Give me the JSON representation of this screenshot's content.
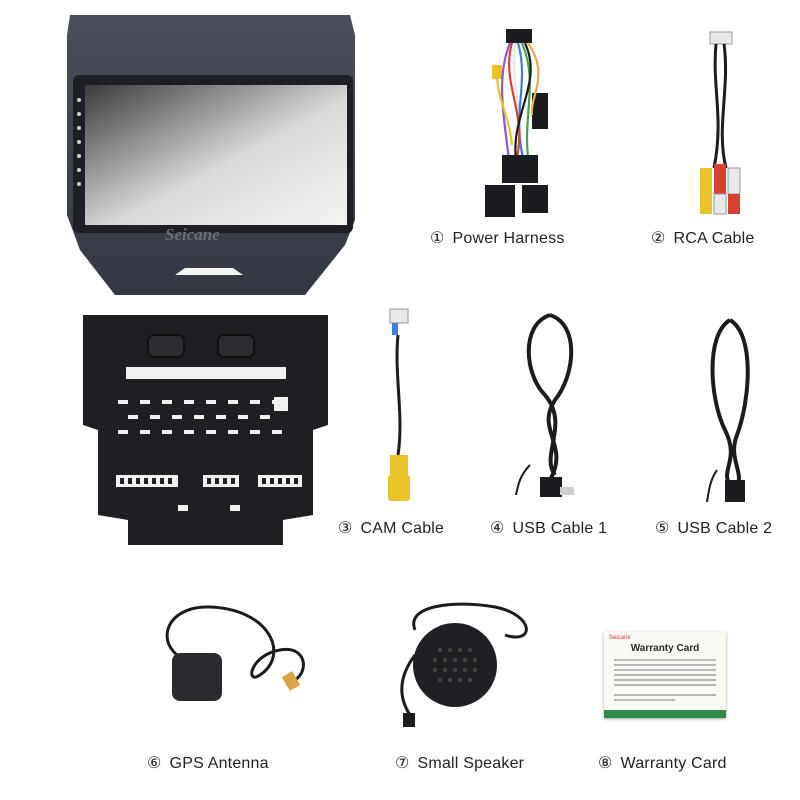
{
  "radio": {
    "brand": "Seicane"
  },
  "items": [
    {
      "num": "①",
      "name": "Power Harness"
    },
    {
      "num": "②",
      "name": "RCA Cable"
    },
    {
      "num": "③",
      "name": "CAM Cable"
    },
    {
      "num": "④",
      "name": "USB Cable 1"
    },
    {
      "num": "⑤",
      "name": "USB Cable 2"
    },
    {
      "num": "⑥",
      "name": "GPS Antenna"
    },
    {
      "num": "⑦",
      "name": "Small Speaker"
    },
    {
      "num": "⑧",
      "name": "Warranty Card"
    }
  ],
  "warranty_card": {
    "brand": "Seicane",
    "title": "Warranty Card"
  },
  "colors": {
    "bezel": "#3b404b",
    "bracket": "#1e1f22",
    "cable": "#1b1c1f",
    "yellow": "#e9c22a",
    "red": "#d8412f",
    "card_green": "#2f8a47"
  }
}
